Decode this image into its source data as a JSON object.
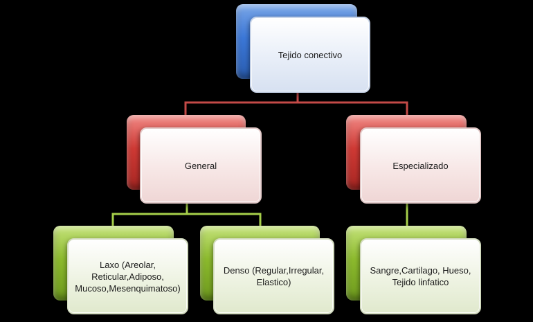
{
  "diagram": {
    "root": {
      "label": "Tejido conectivo",
      "color": "#3c78d8"
    },
    "general": {
      "label": "General",
      "color": "#d03a35"
    },
    "especializado": {
      "label": "Especializado",
      "color": "#d03a35"
    },
    "laxo": {
      "label": "Laxo (Areolar, Reticular,Adiposo, Mucoso,Mesenquimatoso)",
      "color": "#8dbb2e"
    },
    "denso": {
      "label": "Denso (Regular,Irregular, Elastico)",
      "color": "#8dbb2e"
    },
    "sangre": {
      "label": "Sangre,Cartilago, Hueso, Tejido linfatico",
      "color": "#8dbb2e"
    },
    "connector_colors": {
      "level1": "#c44a47",
      "level2": "#a6cf4a"
    }
  }
}
